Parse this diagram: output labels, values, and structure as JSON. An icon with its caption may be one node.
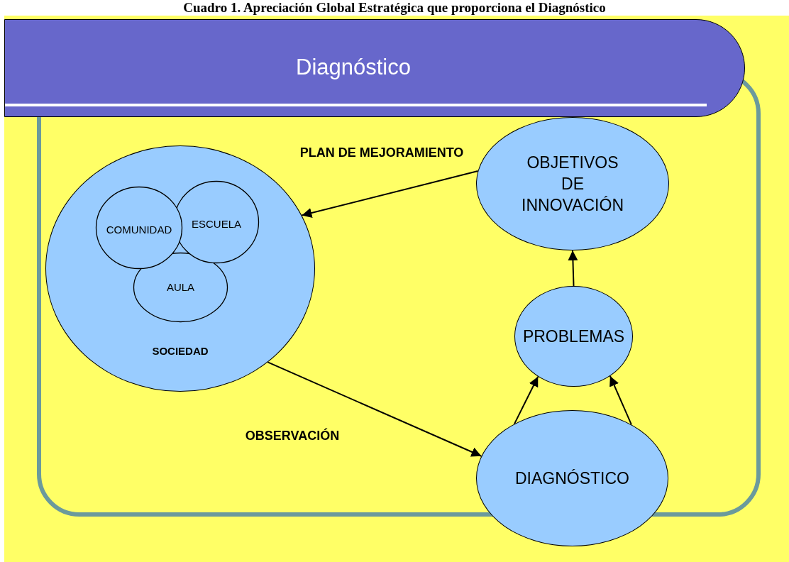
{
  "diagram": {
    "title": "Cuadro 1. Apreciación Global Estratégica que proporciona el Diagnóstico",
    "nodes": [
      {
        "text": [
          "Diagnóstico"
        ]
      },
      {
        "text": [
          "SOCIEDAD"
        ]
      },
      {
        "text": [
          "COMUNIDAD"
        ],
        "in": 1
      },
      {
        "text": [
          "ESCUELA"
        ],
        "in": 1
      },
      {
        "text": [
          "AULA"
        ],
        "in": 1
      },
      {
        "text": [
          "OBJETIVOS DE INNOVACIÓN"
        ]
      },
      {
        "text": [
          "PROBLEMAS"
        ]
      },
      {
        "text": [
          "DIAGNÓSTICO"
        ]
      }
    ],
    "edges": [
      {
        "from": 5,
        "to": 1,
        "arrow": "to",
        "label": "PLAN DE MEJORAMIENTO"
      },
      {
        "from": 1,
        "to": 7,
        "arrow": "to",
        "label": "OBSERVACIÓN"
      },
      {
        "from": 6,
        "to": 5,
        "arrow": "to"
      },
      {
        "from": 7,
        "to": 6,
        "arrow": "to"
      },
      {
        "from": 7,
        "to": 6,
        "arrow": "to"
      }
    ]
  }
}
